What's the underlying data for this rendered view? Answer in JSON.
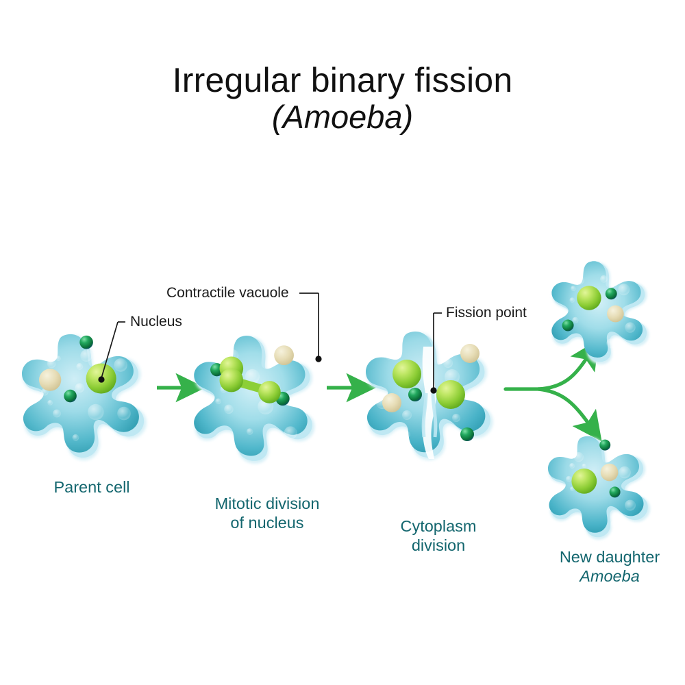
{
  "title": {
    "main": "Irregular binary fission",
    "subtitle": "(Amoeba)"
  },
  "colors": {
    "title_text": "#111111",
    "callout_text": "#1a1a1a",
    "stage_label_text": "#13666e",
    "arrow_green": "#35b14a",
    "nucleus_green_light": "#b5e05a",
    "nucleus_green_dark": "#5aae24",
    "cell_body_teal_dark": "#2e9aab",
    "cell_body_teal_light": "#9fdce8",
    "cell_outline_glow": "#d7f0f7",
    "vacuole_cream": "#e8e0bd",
    "organelle_dark_green": "#0e7a42",
    "background": "#ffffff"
  },
  "callouts": [
    {
      "id": "nucleus",
      "label": "Nucleus"
    },
    {
      "id": "contractile-vacuole",
      "label": "Contractile vacuole"
    },
    {
      "id": "fission-point",
      "label": "Fission point"
    }
  ],
  "stages": [
    {
      "id": "parent-cell",
      "lines": [
        "Parent cell"
      ],
      "italic_lines": []
    },
    {
      "id": "mitotic-division",
      "lines": [
        "Mitotic division",
        "of nucleus"
      ],
      "italic_lines": []
    },
    {
      "id": "cytoplasm-division",
      "lines": [
        "Cytoplasm",
        "division"
      ],
      "italic_lines": []
    },
    {
      "id": "new-daughter",
      "lines": [
        "New daughter"
      ],
      "italic_lines": [
        "Amoeba"
      ]
    }
  ],
  "stage_labels": {
    "parent_cell": "Parent cell",
    "mitotic_line1": "Mitotic division",
    "mitotic_line2": "of nucleus",
    "cytoplasm_line1": "Cytoplasm",
    "cytoplasm_line2": "division",
    "daughter_line1": "New daughter",
    "daughter_line2": "Amoeba"
  },
  "diagram": {
    "type": "process-diagram",
    "subject": "Amoeba irregular binary fission",
    "step_count": 4,
    "arrows": [
      {
        "id": "arrow-1",
        "from": "parent-cell",
        "to": "mitotic-division",
        "style": "straight"
      },
      {
        "id": "arrow-2",
        "from": "mitotic-division",
        "to": "cytoplasm-division",
        "style": "straight"
      },
      {
        "id": "arrow-3-up",
        "from": "cytoplasm-division",
        "to": "daughter-upper",
        "style": "curved-fork"
      },
      {
        "id": "arrow-3-down",
        "from": "cytoplasm-division",
        "to": "daughter-lower",
        "style": "curved-fork"
      }
    ],
    "cells": [
      {
        "id": "parent-cell",
        "nuclei": 1,
        "vacuoles": 1,
        "organelles": 2
      },
      {
        "id": "mitotic-division",
        "nuclei": 1,
        "nucleus_shape": "dumbbell",
        "vacuoles": 1,
        "organelles": 2
      },
      {
        "id": "cytoplasm-division",
        "nuclei": 2,
        "vacuoles": 2,
        "organelles": 2,
        "constricted": true
      },
      {
        "id": "daughter-upper",
        "nuclei": 1,
        "vacuoles": 1,
        "organelles": 2
      },
      {
        "id": "daughter-lower",
        "nuclei": 1,
        "vacuoles": 1,
        "organelles": 2
      }
    ]
  }
}
